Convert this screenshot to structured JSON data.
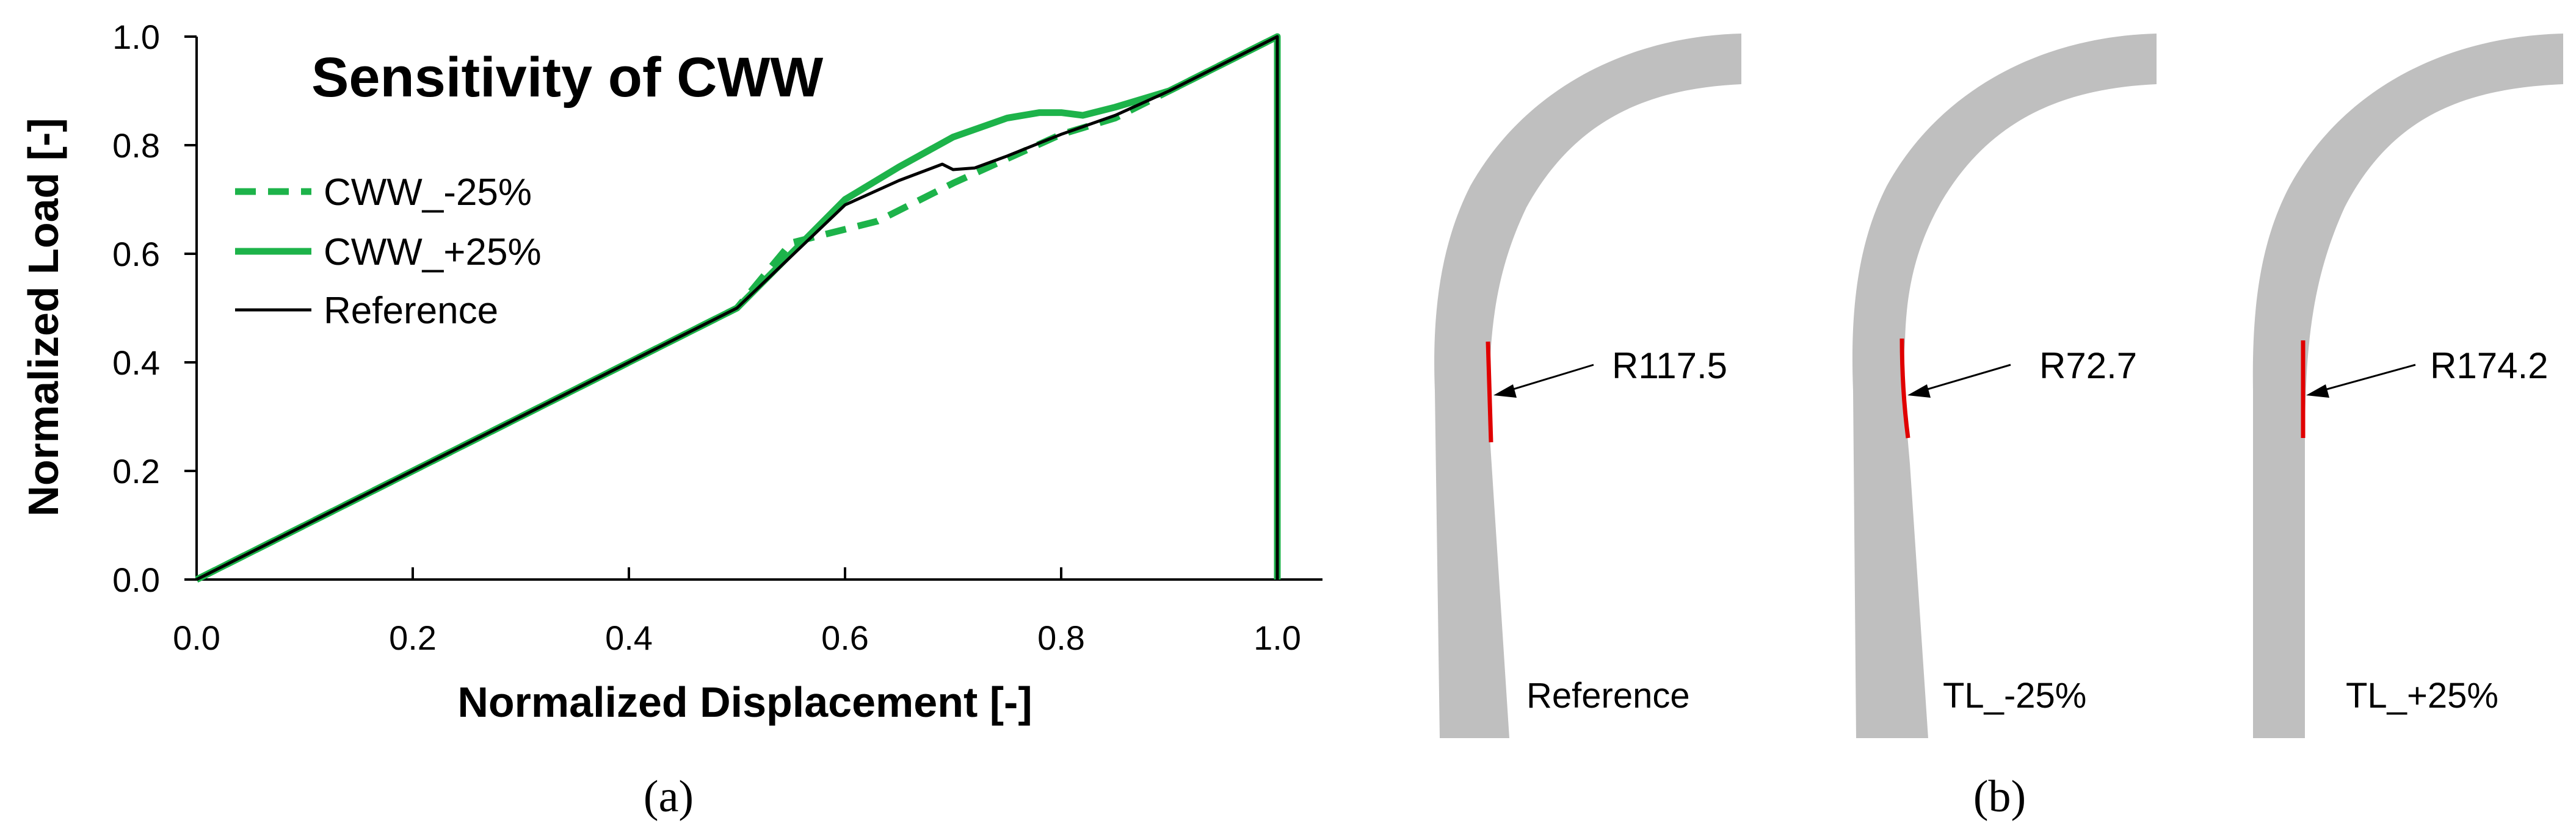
{
  "chart_data": {
    "type": "line",
    "title": "Sensitivity of CWW",
    "xlabel": "Normalized Displacement [-]",
    "ylabel": "Normalized Load [-]",
    "xlim": [
      0.0,
      1.0
    ],
    "ylim": [
      0.0,
      1.0
    ],
    "xticks": [
      "0.0",
      "0.2",
      "0.4",
      "0.6",
      "0.8",
      "1.0"
    ],
    "yticks": [
      "0.0",
      "0.2",
      "0.4",
      "0.6",
      "0.8",
      "1.0"
    ],
    "grid": false,
    "legend_position": "upper-left",
    "series": [
      {
        "name": "CWW_-25%",
        "style": "dashed",
        "color": "#1db34a",
        "x": [
          0.0,
          0.1,
          0.2,
          0.3,
          0.4,
          0.5,
          0.55,
          0.6,
          0.63,
          0.66,
          0.7,
          0.75,
          0.8,
          0.85,
          0.9,
          0.95,
          1.0,
          1.0
        ],
        "y": [
          0.0,
          0.1,
          0.2,
          0.3,
          0.4,
          0.5,
          0.62,
          0.645,
          0.66,
          0.69,
          0.73,
          0.775,
          0.82,
          0.85,
          0.9,
          0.95,
          1.0,
          0.0
        ]
      },
      {
        "name": "CWW_+25%",
        "style": "solid",
        "color": "#1db34a",
        "x": [
          0.0,
          0.1,
          0.2,
          0.3,
          0.4,
          0.5,
          0.6,
          0.65,
          0.7,
          0.75,
          0.78,
          0.8,
          0.82,
          0.85,
          0.9,
          0.95,
          1.0,
          1.0
        ],
        "y": [
          0.0,
          0.1,
          0.2,
          0.3,
          0.4,
          0.5,
          0.7,
          0.76,
          0.815,
          0.85,
          0.86,
          0.86,
          0.855,
          0.87,
          0.9,
          0.95,
          1.0,
          0.0
        ]
      },
      {
        "name": "Reference",
        "style": "solid-thin",
        "color": "#000000",
        "x": [
          0.0,
          0.1,
          0.2,
          0.3,
          0.4,
          0.5,
          0.6,
          0.65,
          0.69,
          0.7,
          0.72,
          0.75,
          0.8,
          0.85,
          0.9,
          0.95,
          1.0,
          1.0
        ],
        "y": [
          0.0,
          0.1,
          0.2,
          0.3,
          0.4,
          0.5,
          0.69,
          0.735,
          0.765,
          0.755,
          0.758,
          0.78,
          0.82,
          0.855,
          0.9,
          0.95,
          1.0,
          0.0
        ]
      }
    ]
  },
  "panels": {
    "a_label": "(a)",
    "b_label": "(b)"
  },
  "shapes": [
    {
      "label": "Reference",
      "radius": "R117.5"
    },
    {
      "label": "TL_-25%",
      "radius": "R72.7"
    },
    {
      "label": "TL_+25%",
      "radius": "R174.2"
    }
  ],
  "colors": {
    "green": "#1db34a",
    "shape_fill": "#bfbfbf",
    "radius_mark": "#e00000"
  }
}
